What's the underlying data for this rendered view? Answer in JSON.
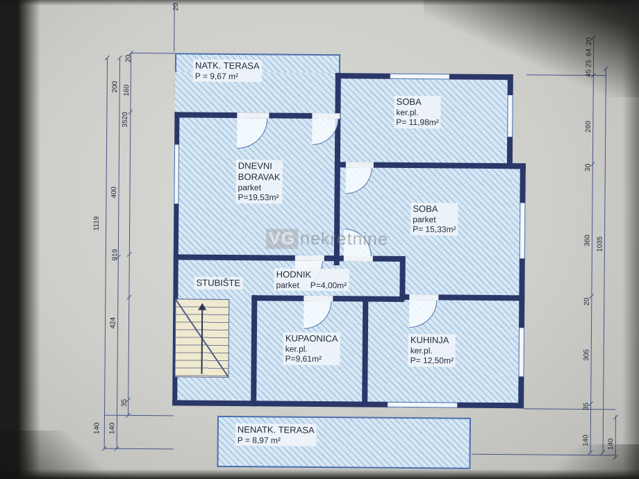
{
  "watermark": {
    "vg": "VG",
    "text": "nekretnine"
  },
  "rooms": {
    "natk_terasa": {
      "line1": "NATK. TERASA",
      "line2": "P = 9,67 m²"
    },
    "soba1": {
      "line1": "SOBA",
      "line2": "ker.pl.",
      "line3": "P= 11,98m²"
    },
    "dnevni": {
      "line1": "DNEVNI",
      "line2": "BORAVAK",
      "line3": "parket",
      "line4": "P=19,53m²"
    },
    "soba2": {
      "line1": "SOBA",
      "line2": "parket",
      "line3": "P= 15,33m²"
    },
    "stubiste": {
      "line1": "STUBIŠTE"
    },
    "hodnik": {
      "line1": "HODNIK",
      "line2a": "parket",
      "line2b": "P=4,00m²"
    },
    "kupaonica": {
      "line1": "KUPAONICA",
      "line2": "ker.pl.",
      "line3": "P=9,61m²"
    },
    "kuhinja": {
      "line1": "KUHINJA",
      "line2": "ker.pl.",
      "line3": "P= 12,50m²"
    },
    "nenatk_terasa": {
      "line1": "NENATK. TERASA",
      "line2": "P = 8,97 m²"
    }
  },
  "dimensions": {
    "top": [
      "20"
    ],
    "left": [
      "1119",
      "919",
      "200",
      "400",
      "424",
      "140",
      "140",
      "160",
      "3520",
      "20",
      "35"
    ],
    "right": [
      "20",
      "64",
      "25",
      "45",
      "260",
      "30",
      "360",
      "20",
      "305",
      "35",
      "140",
      "1035",
      "140"
    ]
  },
  "colors": {
    "paper": "#cfcfcb",
    "ink": "#1f2838",
    "wall": "#2a3768",
    "line": "#4d6fae",
    "hatch_line": "#a3c6e4",
    "hatch_bg": "#d8e7f3",
    "stair_bg": "#efe9cf",
    "dim_line": "#46558a"
  }
}
